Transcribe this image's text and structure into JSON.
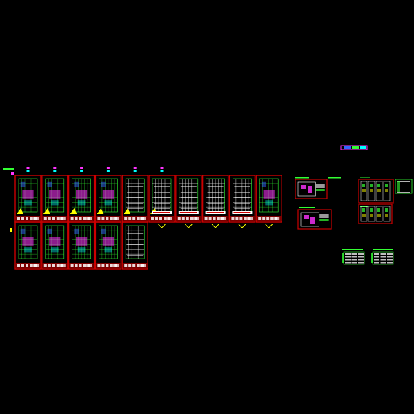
{
  "drawing": {
    "background": "#000000",
    "colors": {
      "frame": "#cc0000",
      "frame_dark": "#7a0000",
      "green": "#33ff33",
      "cyan": "#00ffff",
      "magenta": "#ff33ff",
      "yellow": "#ffff00",
      "white": "#ffffff",
      "blue": "#3366ff"
    },
    "sheet_row_top": {
      "count": 10,
      "markers": [
        "m",
        "m",
        "m",
        "m",
        "m",
        "m",
        "",
        "",
        "",
        ""
      ],
      "fills": [
        "plan",
        "plan",
        "plan",
        "plan",
        "grid",
        "grid",
        "grid",
        "grid",
        "grid",
        "plan"
      ],
      "yellow_markers": [
        true,
        true,
        true,
        true,
        true,
        true,
        false,
        false,
        false,
        false
      ],
      "label_bar": [
        false,
        false,
        false,
        false,
        false,
        true,
        true,
        true,
        true,
        false
      ]
    },
    "sheet_row_bottom": {
      "count": 5,
      "fills": [
        "plan",
        "plan",
        "plan",
        "plan",
        "grid"
      ]
    },
    "detail_sheets": [
      "detail-a",
      "detail-b"
    ],
    "stair_sheets": [
      "stair-a",
      "stair-b"
    ],
    "legend_blocks": [
      "legend-a",
      "legend-b"
    ]
  }
}
